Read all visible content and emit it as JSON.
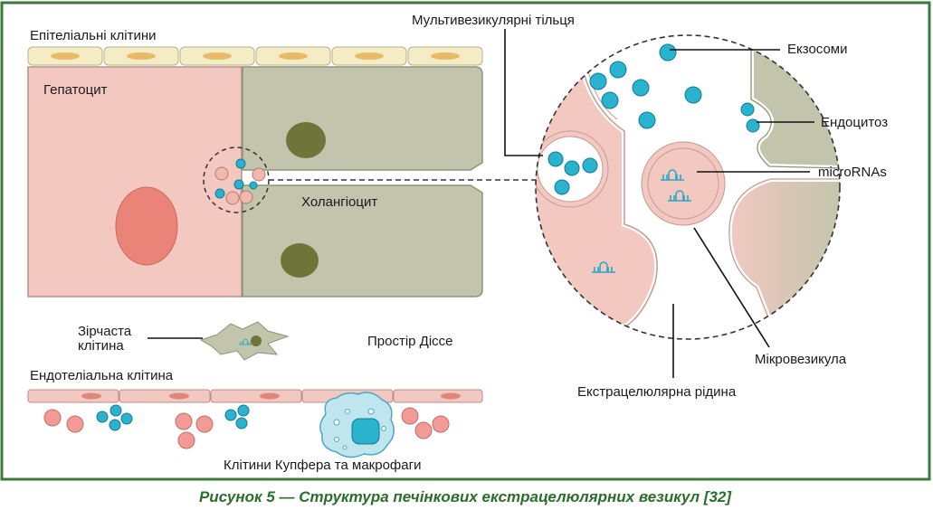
{
  "labels": {
    "epithelial": "Епітеліальні клітини",
    "hepatocyte": "Гепатоцит",
    "cholangiocyte": "Холангіоцит",
    "stellate_1": "Зірчаста",
    "stellate_2": "клітина",
    "disse": "Простір Діссе",
    "endothelial": "Ендотеліальна клітина",
    "kupffer": "Клітини Купфера та макрофаги",
    "mvb": "Мультивезикулярні тільця",
    "exosomes": "Екзосоми",
    "endocytosis": "Ендоцитоз",
    "micrornas": "microRNAs",
    "microvesicle": "Мікровезикула",
    "extracellular": "Екстрацелюлярна рідина"
  },
  "caption": "Рисунок 5 — Структура печінкових екстрацелюлярних везикул [32]",
  "colors": {
    "frame": "#3d7a3d",
    "hepatocyte": "#f2c8c0",
    "cholangiocyte": "#c2c5ac",
    "nucleus_red": "#ea8478",
    "nucleus_green": "#6f7539",
    "epithelial": "#f3ecc4",
    "exosome": "#29b3cf",
    "pink_cell": "#f29a96"
  }
}
